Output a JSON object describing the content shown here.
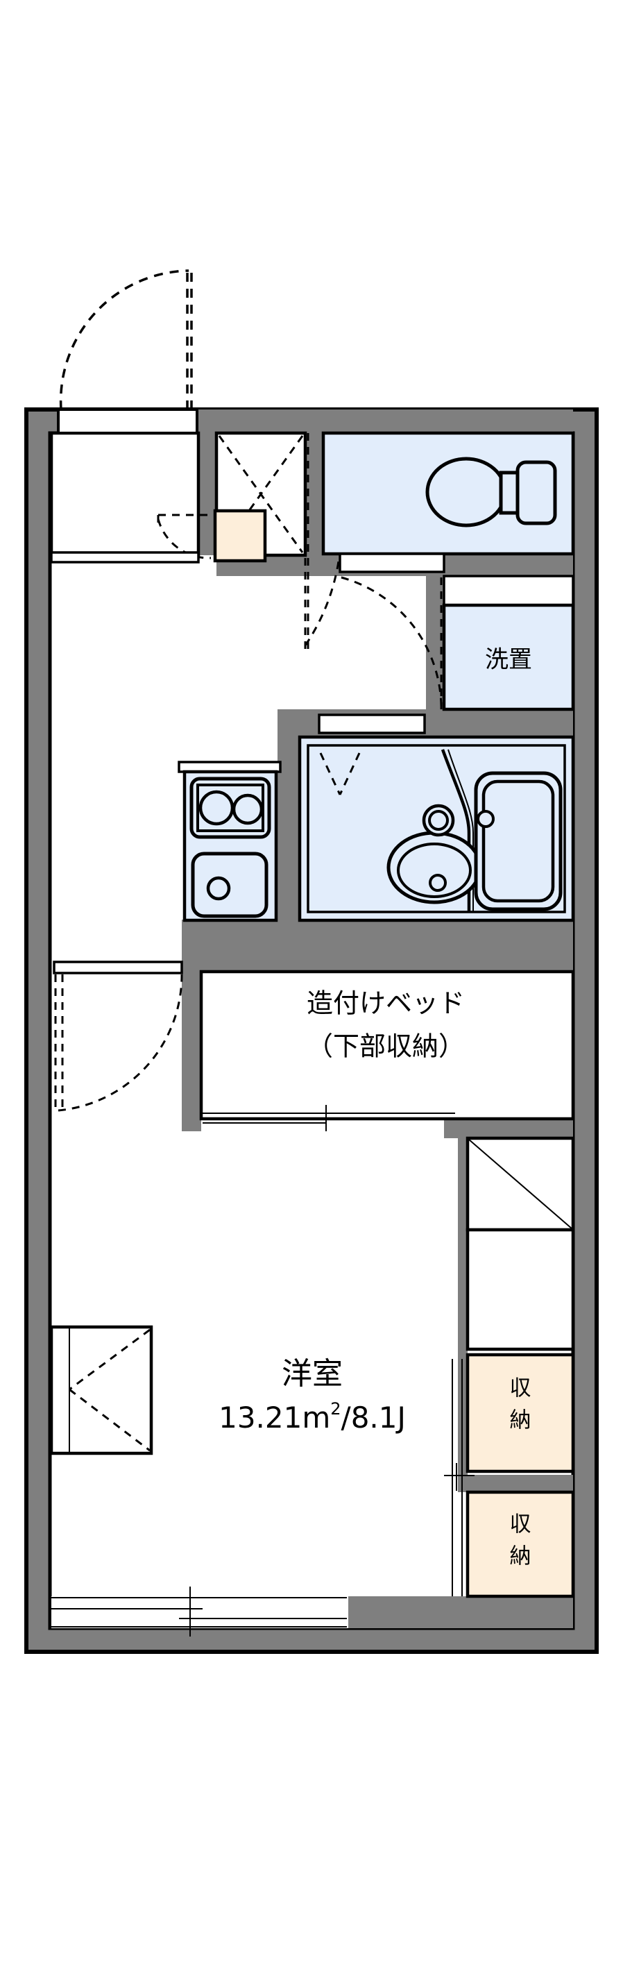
{
  "document": {
    "type": "floor-plan",
    "layout_code": "1K",
    "orientation": "portrait"
  },
  "colors": {
    "wall": "#7f7f7f",
    "outline": "#000000",
    "wet_area": "#e2edfb",
    "storage": "#fdeeda",
    "floor": "#ffffff",
    "background": "#ffffff"
  },
  "rooms": {
    "main": {
      "name": "洋室",
      "area_line": "13.21m²/8.1J",
      "area_value": "13.21",
      "area_unit": "m",
      "area_superscript": "2",
      "area_tatami": "/8.1J"
    },
    "bed": {
      "line1": "造付けベッド",
      "line2": "（下部収納）"
    },
    "laundry": {
      "name": "洗置"
    },
    "storage_upper": {
      "char1": "収",
      "char2": "納"
    },
    "storage_lower": {
      "char1": "収",
      "char2": "納"
    }
  },
  "fixtures": [
    {
      "name": "toilet",
      "label": ""
    },
    {
      "name": "bathtub",
      "label": ""
    },
    {
      "name": "washbasin",
      "label": ""
    },
    {
      "name": "kitchen-sink",
      "label": ""
    },
    {
      "name": "gas-stove-two-burner",
      "label": ""
    },
    {
      "name": "shoe-box",
      "label": ""
    },
    {
      "name": "washing-machine-space",
      "label": "洗置"
    }
  ],
  "openings": [
    {
      "name": "entrance-door",
      "type": "hinged-door"
    },
    {
      "name": "toilet-door",
      "type": "hinged-door"
    },
    {
      "name": "bath-door",
      "type": "folding-door"
    },
    {
      "name": "room-door",
      "type": "hinged-door"
    },
    {
      "name": "balcony-window",
      "type": "sliding-window"
    },
    {
      "name": "side-window",
      "type": "sliding-window"
    },
    {
      "name": "entrance-closet-door",
      "type": "sliding-door"
    },
    {
      "name": "bed-partition-window",
      "type": "sliding-window"
    }
  ]
}
